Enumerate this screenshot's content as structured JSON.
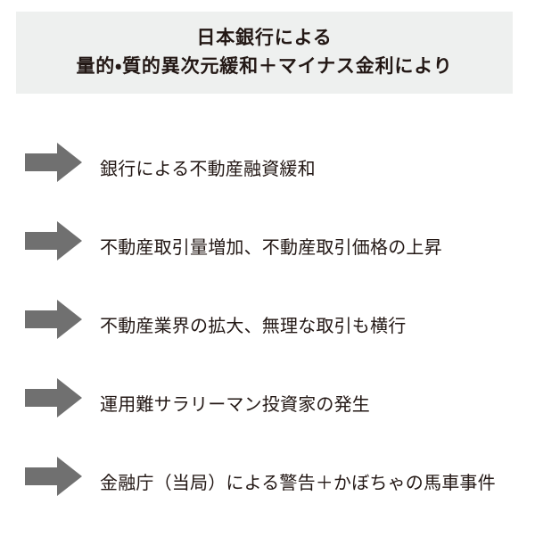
{
  "header": {
    "line1": "日本銀行による",
    "line2": "量的・質的異次元緩和＋マイナス金利により",
    "background_color": "#eef0ef",
    "text_color": "#231815"
  },
  "theme": {
    "page_background": "#ffffff",
    "arrow_color": "#707070",
    "body_text_color": "#231815"
  },
  "steps": [
    {
      "icon": "arrow-right-icon",
      "label": "銀行による不動産融資緩和"
    },
    {
      "icon": "arrow-right-icon",
      "label": "不動産取引量増加、不動産取引価格の上昇"
    },
    {
      "icon": "arrow-right-icon",
      "label": "不動産業界の拡大、無理な取引も横行"
    },
    {
      "icon": "arrow-right-icon",
      "label": "運用難サラリーマン投資家の発生"
    },
    {
      "icon": "arrow-right-icon",
      "label": "金融庁（当局）による警告＋かぼちゃの馬車事件"
    }
  ]
}
